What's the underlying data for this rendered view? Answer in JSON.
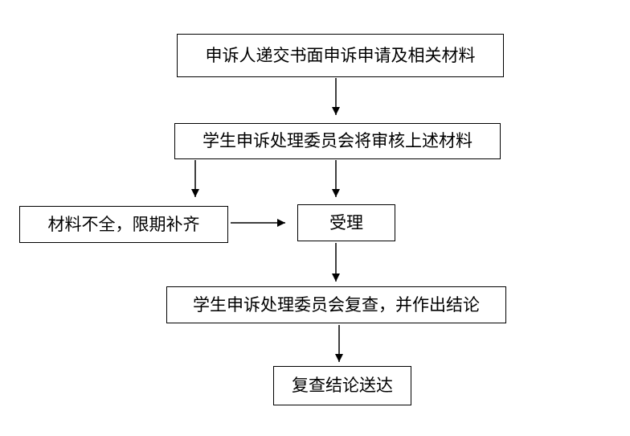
{
  "flowchart": {
    "nodes": [
      {
        "id": "submit",
        "label": "申诉人递交书面申诉申请及相关材料"
      },
      {
        "id": "review",
        "label": "学生申诉处理委员会将审核上述材料"
      },
      {
        "id": "incomplete",
        "label": "材料不全，限期补齐"
      },
      {
        "id": "accept",
        "label": "受理"
      },
      {
        "id": "recheck",
        "label": "学生申诉处理委员会复查，并作出结论"
      },
      {
        "id": "deliver",
        "label": "复查结论送达"
      }
    ],
    "edges": [
      {
        "from": "submit",
        "to": "review"
      },
      {
        "from": "review",
        "to": "incomplete"
      },
      {
        "from": "review",
        "to": "accept"
      },
      {
        "from": "incomplete",
        "to": "accept"
      },
      {
        "from": "accept",
        "to": "recheck"
      },
      {
        "from": "recheck",
        "to": "deliver"
      }
    ]
  }
}
